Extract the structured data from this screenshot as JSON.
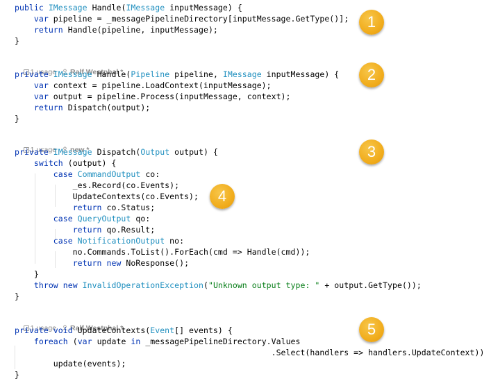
{
  "code": {
    "lines": [
      [
        [
          "kw",
          "public "
        ],
        [
          "ty",
          "IMessage"
        ],
        [
          "plain",
          " Handle("
        ],
        [
          "ty",
          "IMessage"
        ],
        [
          "plain",
          " inputMessage) {"
        ]
      ],
      [
        [
          "plain",
          "    "
        ],
        [
          "kw",
          "var"
        ],
        [
          "plain",
          " pipeline = _messagePipelineDirectory[inputMessage.GetType()];"
        ]
      ],
      [
        [
          "plain",
          "    "
        ],
        [
          "kw",
          "return"
        ],
        [
          "plain",
          " Handle(pipeline, inputMessage);"
        ]
      ],
      [
        [
          "plain",
          "}"
        ]
      ],
      [
        [
          "kw",
          "private "
        ],
        [
          "ty",
          "IMessage"
        ],
        [
          "plain",
          " Handle("
        ],
        [
          "ty",
          "Pipeline"
        ],
        [
          "plain",
          " pipeline, "
        ],
        [
          "ty",
          "IMessage"
        ],
        [
          "plain",
          " inputMessage) {"
        ]
      ],
      [
        [
          "plain",
          "    "
        ],
        [
          "kw",
          "var"
        ],
        [
          "plain",
          " context = pipeline.LoadContext(inputMessage);"
        ]
      ],
      [
        [
          "plain",
          "    "
        ],
        [
          "kw",
          "var"
        ],
        [
          "plain",
          " output = pipeline.Process(inputMessage, context);"
        ]
      ],
      [
        [
          "plain",
          "    "
        ],
        [
          "kw",
          "return"
        ],
        [
          "plain",
          " Dispatch(output);"
        ]
      ],
      [
        [
          "plain",
          "}"
        ]
      ],
      [
        [
          "kw",
          "private "
        ],
        [
          "ty",
          "IMessage"
        ],
        [
          "plain",
          " Dispatch("
        ],
        [
          "ty",
          "Output"
        ],
        [
          "plain",
          " output) {"
        ]
      ],
      [
        [
          "plain",
          "    "
        ],
        [
          "kw",
          "switch"
        ],
        [
          "plain",
          " (output) {"
        ]
      ],
      [
        [
          "plain",
          "        "
        ],
        [
          "kw",
          "case "
        ],
        [
          "ty",
          "CommandOutput"
        ],
        [
          "plain",
          " co:"
        ]
      ],
      [
        [
          "plain",
          "            _es.Record(co.Events);"
        ]
      ],
      [
        [
          "plain",
          "            UpdateContexts(co.Events);"
        ]
      ],
      [
        [
          "plain",
          "            "
        ],
        [
          "kw",
          "return"
        ],
        [
          "plain",
          " co.Status;"
        ]
      ],
      [
        [
          "plain",
          "        "
        ],
        [
          "kw",
          "case "
        ],
        [
          "ty",
          "QueryOutput"
        ],
        [
          "plain",
          " qo:"
        ]
      ],
      [
        [
          "plain",
          "            "
        ],
        [
          "kw",
          "return"
        ],
        [
          "plain",
          " qo.Result;"
        ]
      ],
      [
        [
          "plain",
          "        "
        ],
        [
          "kw",
          "case "
        ],
        [
          "ty",
          "NotificationOutput"
        ],
        [
          "plain",
          " no:"
        ]
      ],
      [
        [
          "plain",
          "            no.Commands.ToList().ForEach(cmd => Handle(cmd));"
        ]
      ],
      [
        [
          "plain",
          "            "
        ],
        [
          "kw",
          "return new"
        ],
        [
          "plain",
          " NoResponse();"
        ]
      ],
      [
        [
          "plain",
          "    }"
        ]
      ],
      [
        [
          "plain",
          "    "
        ],
        [
          "kw",
          "throw new"
        ],
        [
          "plain",
          " "
        ],
        [
          "ty",
          "InvalidOperationException"
        ],
        [
          "plain",
          "("
        ],
        [
          "str",
          "\"Unknown output type: \""
        ],
        [
          "plain",
          " + output.GetType());"
        ]
      ],
      [
        [
          "plain",
          "}"
        ]
      ],
      [
        [
          "kw",
          "private void"
        ],
        [
          "plain",
          " UpdateContexts("
        ],
        [
          "ty",
          "Event"
        ],
        [
          "plain",
          "[] events) {"
        ]
      ],
      [
        [
          "plain",
          "    "
        ],
        [
          "kw",
          "foreach"
        ],
        [
          "plain",
          " ("
        ],
        [
          "kw",
          "var"
        ],
        [
          "plain",
          " update "
        ],
        [
          "kw",
          "in"
        ],
        [
          "plain",
          " _messagePipelineDirectory.Values"
        ]
      ],
      [
        [
          "plain",
          "                                                     .Select(handlers => handlers.UpdateContext))"
        ]
      ],
      [
        [
          "plain",
          "        update(events);"
        ]
      ],
      [
        [
          "plain",
          "}"
        ]
      ]
    ],
    "meta": [
      {
        "usage": "1 usage",
        "author": "Ralf Westphal *"
      },
      {
        "usage": "1 usage",
        "author": "new *"
      },
      {
        "usage": "1 usage",
        "author": "Ralf Westphal *"
      }
    ]
  },
  "badges": [
    "1",
    "2",
    "3",
    "4",
    "5"
  ],
  "colors": {
    "keyword": "#0033b3",
    "type": "#1f8fbf",
    "string": "#067d17",
    "text": "#000000",
    "meta": "#8c8c8c",
    "badge": "#f1ad1d"
  }
}
